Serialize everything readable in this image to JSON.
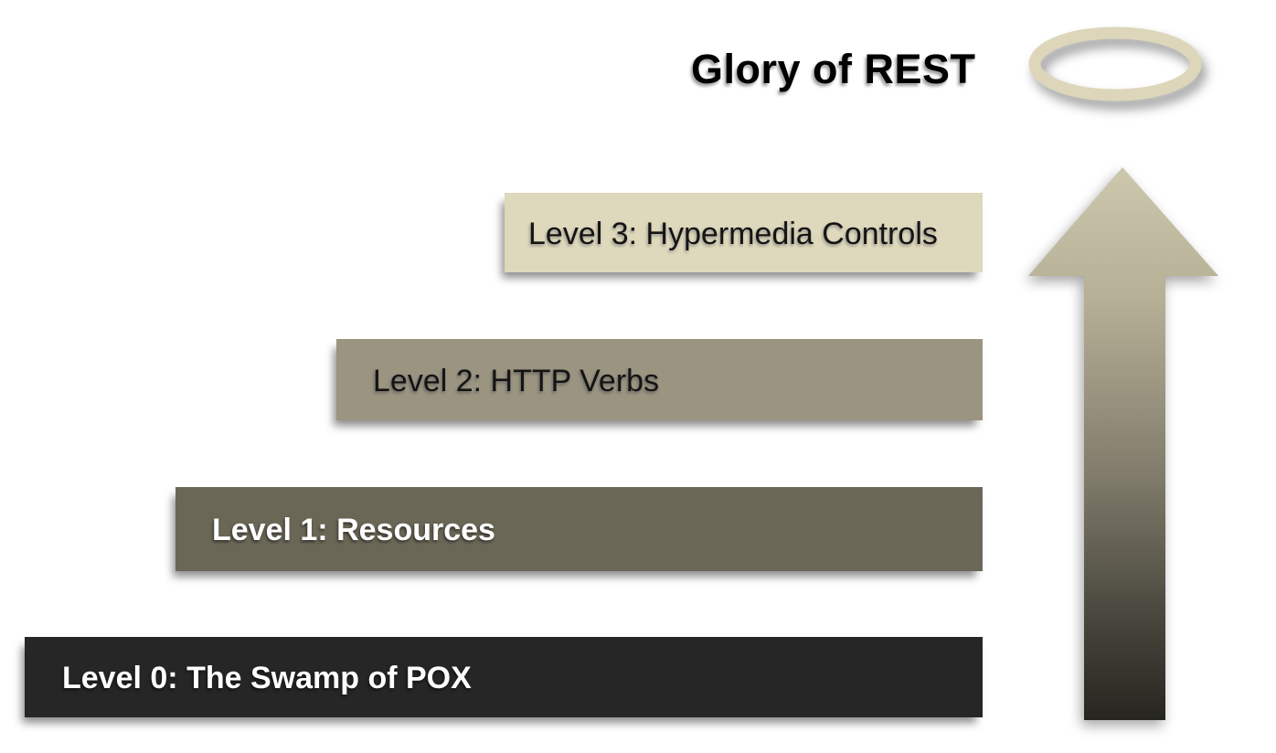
{
  "title": "Glory of REST",
  "background_color": "#ffffff",
  "levels": [
    {
      "label": "Level 0: The Swamp of POX",
      "bar_color": "#262626",
      "text_color": "#ffffff"
    },
    {
      "label": "Level 1: Resources",
      "bar_color": "#6b6757",
      "text_color": "#ffffff"
    },
    {
      "label": "Level 2: HTTP Verbs",
      "bar_color": "#9a9480",
      "text_color": "#141414"
    },
    {
      "label": "Level 3: Hypermedia Controls",
      "bar_color": "#ded8bc",
      "text_color": "#141414"
    }
  ],
  "icons": {
    "halo": {
      "name": "halo-icon",
      "color": "#ddd6ba"
    },
    "arrow": {
      "name": "up-arrow-icon",
      "gradient": [
        "#cdc7ad",
        "#b4ae95",
        "#827d6c",
        "#47453c",
        "#26251f"
      ]
    }
  }
}
